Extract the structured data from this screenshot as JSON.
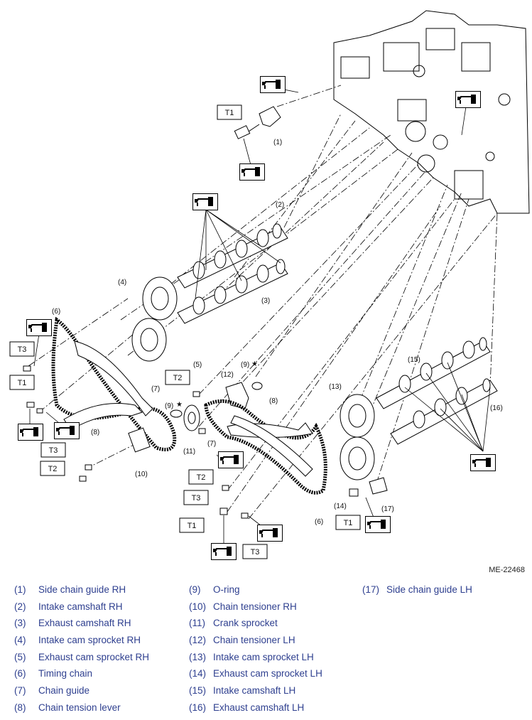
{
  "diagram": {
    "doc_id": "ME-22468",
    "torque_tags": [
      "T1",
      "T2",
      "T3"
    ],
    "callouts": [
      "(1)",
      "(2)",
      "(3)",
      "(4)",
      "(5)",
      "(6)",
      "(7)",
      "(8)",
      "(9)",
      "(10)",
      "(11)",
      "(12)",
      "(13)",
      "(14)",
      "(15)",
      "(16)",
      "(17)"
    ],
    "star_symbol": "★",
    "icons": [
      "oil-can-icon"
    ]
  },
  "legend": {
    "col1": [
      {
        "num": "(1)",
        "label": "Side chain guide RH"
      },
      {
        "num": "(2)",
        "label": "Intake camshaft RH"
      },
      {
        "num": "(3)",
        "label": "Exhaust camshaft RH"
      },
      {
        "num": "(4)",
        "label": "Intake cam sprocket RH"
      },
      {
        "num": "(5)",
        "label": "Exhaust cam sprocket RH"
      },
      {
        "num": "(6)",
        "label": "Timing chain"
      },
      {
        "num": "(7)",
        "label": "Chain guide"
      },
      {
        "num": "(8)",
        "label": "Chain tension lever"
      }
    ],
    "col2": [
      {
        "num": "(9)",
        "label": "O-ring"
      },
      {
        "num": "(10)",
        "label": "Chain tensioner RH"
      },
      {
        "num": "(11)",
        "label": "Crank sprocket"
      },
      {
        "num": "(12)",
        "label": "Chain tensioner LH"
      },
      {
        "num": "(13)",
        "label": "Intake cam sprocket LH"
      },
      {
        "num": "(14)",
        "label": "Exhaust cam sprocket LH"
      },
      {
        "num": "(15)",
        "label": "Intake camshaft LH"
      },
      {
        "num": "(16)",
        "label": "Exhaust camshaft LH"
      }
    ],
    "col3": [
      {
        "num": "(17)",
        "label": "Side chain guide LH"
      }
    ]
  }
}
